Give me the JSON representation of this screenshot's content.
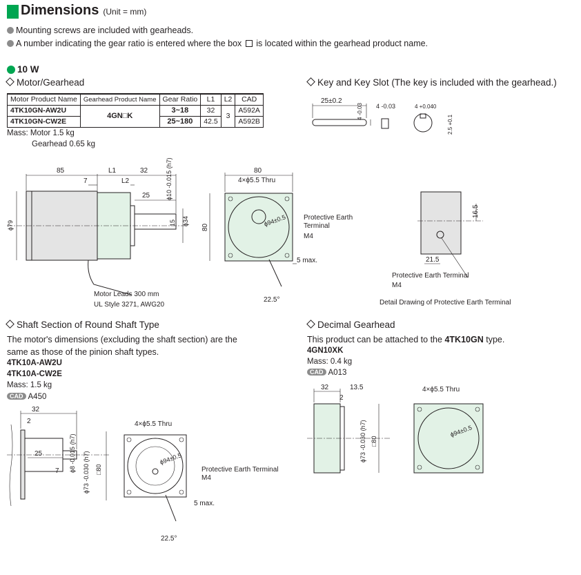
{
  "header": {
    "title": "Dimensions",
    "unit": "(Unit = mm)"
  },
  "notes": {
    "mounting": "Mounting screws are included with gearheads.",
    "ratio_pre": "A number indicating the gear ratio is entered where the box",
    "ratio_post": "is located within the gearhead product name."
  },
  "power": "10 W",
  "sections": {
    "motor_gearhead": "Motor/Gearhead",
    "key": "Key and Key Slot (The key is included with the gearhead.)",
    "shaft": "Shaft Section of Round Shaft Type",
    "decimal": "Decimal Gearhead"
  },
  "table": {
    "headers": [
      "Motor Product Name",
      "Gearhead Product Name",
      "Gear Ratio",
      "L1",
      "L2",
      "CAD"
    ],
    "rows": [
      {
        "motor": "4TK10GN-AW2U",
        "ratio": "3~18",
        "l1": "32",
        "cad": "A592A"
      },
      {
        "motor": "4TK10GN-CW2E",
        "ratio": "25~180",
        "l1": "42.5",
        "cad": "A592B"
      }
    ],
    "gearhead": "4GN□K",
    "l2": "3"
  },
  "mass": {
    "motor": "Mass: Motor  1.5 kg",
    "gearhead": "Gearhead  0.65 kg"
  },
  "drawing1": {
    "d85": "85",
    "dL1": "L1",
    "d32": "32",
    "d7": "7",
    "dL2": "L2",
    "d25": "25",
    "d10": "ϕ10  -0.015 (h7)",
    "d15": "15",
    "d34": "ϕ34",
    "d79": "ϕ79",
    "leads1": "Motor Leads 300 mm",
    "leads2": "UL Style 3271, AWG20"
  },
  "drawing2": {
    "d80": "80",
    "holes": "4×ϕ5.5 Thru",
    "pcd": "ϕ94±0.5",
    "v80": "80",
    "pe1": "Protective Earth",
    "pe2": "Terminal",
    "m4": "M4",
    "max5": "5 max.",
    "angle": "22.5°"
  },
  "detail": {
    "d16": "16.5",
    "d21": "21.5",
    "pe": "Protective Earth Terminal",
    "m4": "M4",
    "caption": "Detail Drawing of Protective Earth Terminal"
  },
  "keyslot": {
    "d25": "25±0.2",
    "d4a": "4 -0.03",
    "d4b": "4 -0.03",
    "d4c": "4 +0.040",
    "d25b": "2.5 +0.1"
  },
  "shaft": {
    "desc1": "The motor's dimensions (excluding the shaft section) are the",
    "desc2": "same as those of the pinion shaft types.",
    "model1": "4TK10A-AW2U",
    "model2": "4TK10A-CW2E",
    "mass": "Mass: 1.5 kg",
    "cad": "CAD",
    "cad_code": "A450",
    "d32": "32",
    "d2": "2",
    "d25": "25",
    "d7": "7",
    "d8": "ϕ8  -0.015 (h7)",
    "d73": "ϕ73 -0.030 (h7)",
    "sq80": "□80",
    "holes": "4×ϕ5.5 Thru",
    "pcd": "ϕ94±0.5",
    "pe": "Protective Earth Terminal",
    "m4": "M4",
    "max5": "5 max.",
    "angle": "22.5°"
  },
  "decimal": {
    "desc_pre": "This product can be attached to the",
    "desc_model": "4TK10GN",
    "desc_post": "type.",
    "model": "4GN10XK",
    "mass": "Mass: 0.4 kg",
    "cad": "CAD",
    "cad_code": "A013",
    "d32": "32",
    "d13": "13.5",
    "d2": "2",
    "d73": "ϕ73 -0.030 (h7)",
    "sq80": "□80",
    "holes": "4×ϕ5.5 Thru",
    "pcd": "ϕ94±0.5"
  }
}
